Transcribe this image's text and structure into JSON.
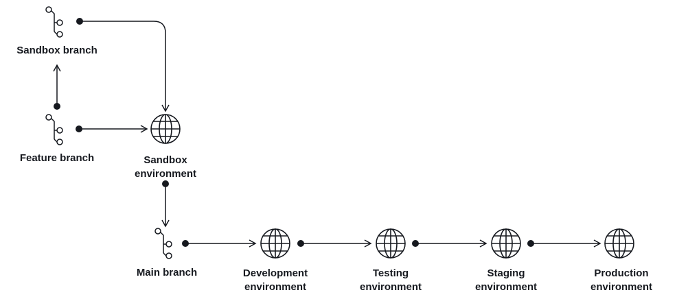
{
  "colors": {
    "ink": "#16191f",
    "background": "#ffffff"
  },
  "nodes": {
    "sandbox_branch": {
      "icon": "git-branch-icon",
      "label": "Sandbox branch"
    },
    "feature_branch": {
      "icon": "git-branch-icon",
      "label": "Feature branch"
    },
    "sandbox_env": {
      "icon": "globe-icon",
      "label_line1": "Sandbox",
      "label_line2": "environment"
    },
    "main_branch": {
      "icon": "git-branch-icon",
      "label": "Main branch"
    },
    "dev_env": {
      "icon": "globe-icon",
      "label_line1": "Development",
      "label_line2": "environment"
    },
    "testing_env": {
      "icon": "globe-icon",
      "label_line1": "Testing",
      "label_line2": "environment"
    },
    "staging_env": {
      "icon": "globe-icon",
      "label_line1": "Staging",
      "label_line2": "environment"
    },
    "production_env": {
      "icon": "globe-icon",
      "label_line1": "Production",
      "label_line2": "environment"
    }
  }
}
